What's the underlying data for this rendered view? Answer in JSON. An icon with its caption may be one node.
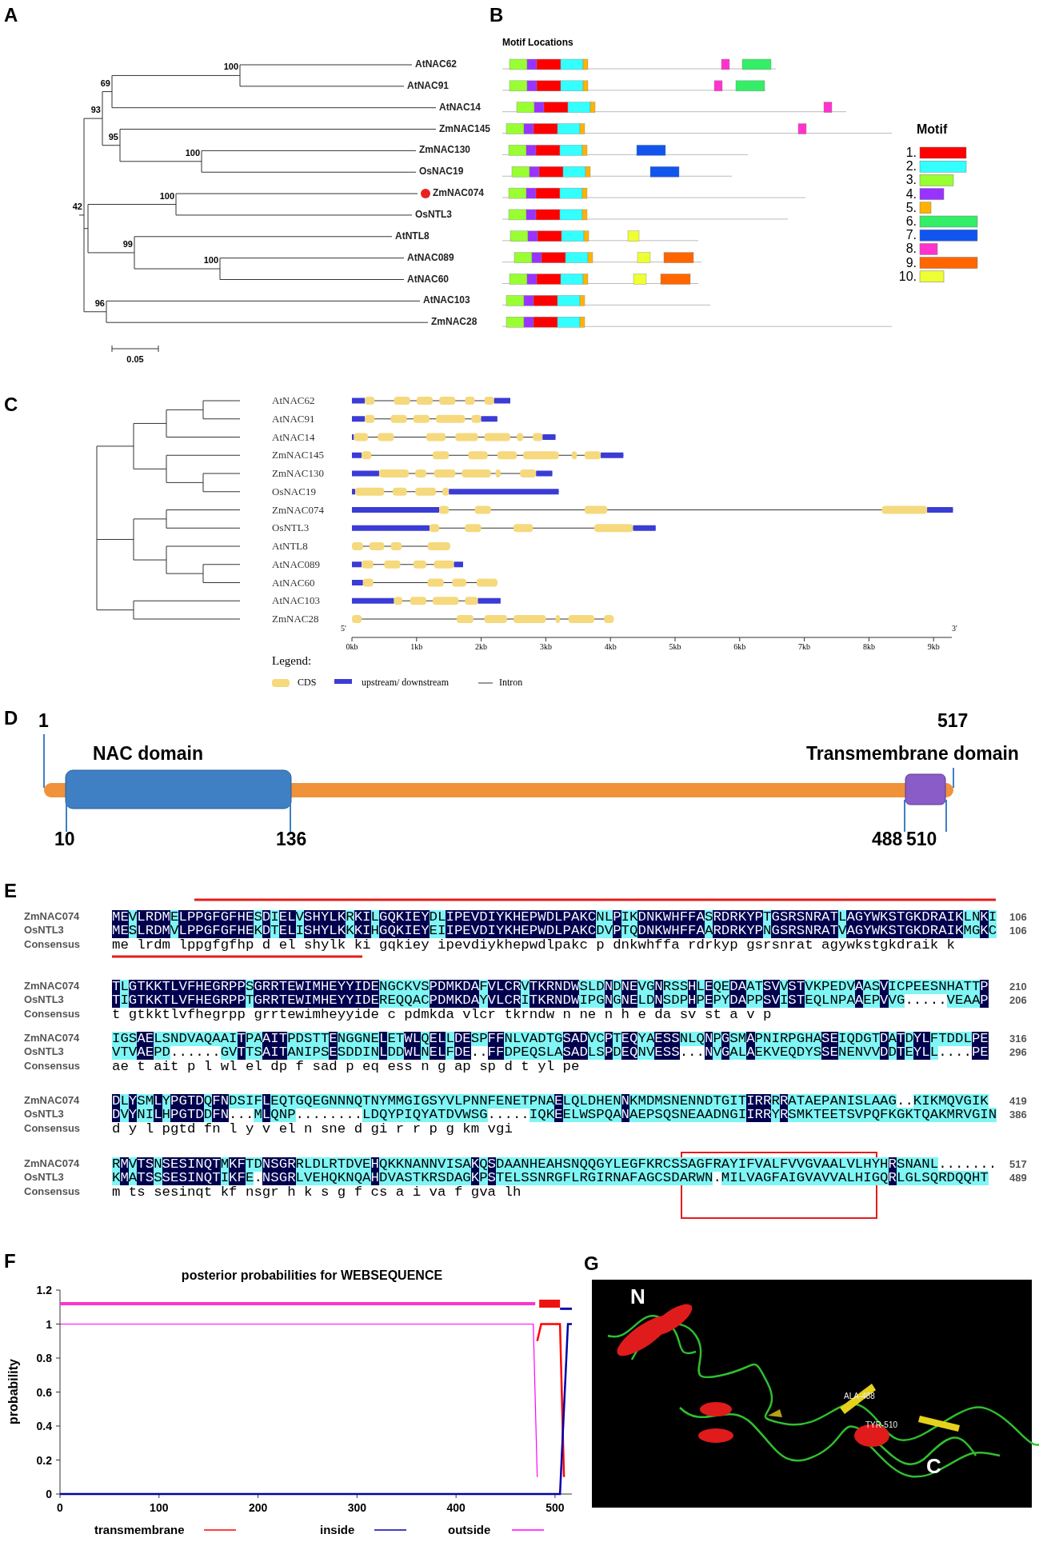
{
  "diagram": {
    "labels": [
      "A",
      "B",
      "Motif Locations",
      "100",
      "AtNAC62",
      "69",
      "AtNAC91",
      "93",
      "AtNAC14",
      "ZmNAC145",
      "95",
      "100",
      "ZmNAC130",
      "OsNAC19",
      "100",
      "ZmNAC074",
      "OsNTL3",
      "42",
      "AtNTL8",
      "99",
      "100",
      "AtNAC089",
      "AtNAC60",
      "96",
      "AtNAC103",
      "ZmNAC28",
      "Motif",
      "0.05",
      "C",
      "AtNAC62",
      "AtNAC91",
      "AtNAC14",
      "ZmNAC145",
      "ZmNAC130",
      "OsNAC19",
      "ZmNAC074",
      "OsNTL3",
      "AtNTL8",
      "AtNAC089",
      "AtNAC60",
      "AtNAC103",
      "ZmNAC28",
      "5'",
      "3'",
      "0kb",
      "1kb",
      "2kb",
      "3kb",
      "4kb",
      "5kb",
      "6kb",
      "7kb",
      "8kb",
      "9kb",
      "Legend:",
      "D",
      "1",
      "517",
      "NAC domain",
      "Transmembrane domain",
      "10",
      "136",
      "488",
      "510",
      "E",
      "ZmNAC074",
      "MEVLRDMELPPGFGFHESDIELVSHYLKRKILGQKIEYDLIPEVDIYKHEPWDLPAKCNLPIKDNKWHFFASRDRKYPTGSRSNRATLAGYWKSTGKDRAIKLNKI",
      "106",
      "OsNTL3",
      "MESLRDMVLPPGFGFHEKDTELISHYLKKKIHGQKIEYEIIPEVDIYKHEPWDLPAKCDVPTQDNKWHFFAARDRKYPNGSRSNRATVAGYWKSTGKDRAIKMGKC",
      "106",
      "Consensus",
      "me lrdm lppgfgfhp d el shylk ki gqkiey ipevdiykhepwdlpakc p dnkwhffa rdrkyp gsrsnrat agywkstgkdraik k",
      "ZmNAC074",
      "TLGTKKTLVFHEGRPPSGRRTEWIMHEYYIDENGCKVSPDMKDAFVLCRVTKRNDWSLDNDNEVGNRSSHLEQEDAATSVVSTVKPEDVAASVICPEESNHATTP",
      "210",
      "OsNTL3",
      "TIGTKKTLVFHEGRPPTGRRTEWIMHEYYIDEREQQACPDMKDAYVLCRITKRNDWIPGNGNELDNSDPHPEPYDAPPSVISTEQLNPAAEPVVG.....VEAAP",
      "206",
      "Consensus",
      "t gtkktlvfhegrpp grrtewimheyyide c pdmkda vlcr tkrndw n ne n h e da sv st a v p",
      "ZmNAC074",
      "IGSAELSNDVAQAAITPAAITPDSTTENGGNELETWLQELLDESPFFNLVADTGSADVCPTEQYAESSNLQNPGSMAPNIRPGHASEIQDGTDATDYLFTDDLPE",
      "316",
      "OsNTL3",
      "VTVAEPD......GVTTSAITANIPSESDDINLDDWLNELFDE..FFDPEQSLASADLSPDEQNVESS...NVGALAEKVEQDYSSENENVVDDTEYLL....PE",
      "296",
      "Consensus",
      "ae t ait p l wl el dp f sad p eq ess n g ap sp d t yl pe",
      "ZmNAC074",
      "DLYSMLYPGTDQFNDSIFLEQTGQEGNNNQTNYMMGIGSYVLPNNFENETPNAELQLDHENNKMDMSNENNDTGITIRRRRATAEPANISLAAG..KIKMQVGIK",
      "419",
      "OsNTL3",
      "DVYNILHPGTDDFN...MLQNP........LDQYPIQYATDVWSG.....IQKEELWSPQANAEPSQSNEAADNGIIRRYRSMKTEETSVPQFKGKTQAKMRVGIN",
      "386",
      "Consensus",
      "d y l pgtd fn l y v el n sne d gi r r p g km vgi",
      "ZmNAC074",
      "RMVTSNSESINQTMKFTDNSGRRLDLRTDVEHQKKNANNVISAKQSDAANHEAHSNQQGYLEGFKRCSSAGFRAYIFVALFVVGVAALVLHYHRSNANL.......",
      "517",
      "OsNTL3",
      "KMATSSSESINQTIKFE.NSGRLVEHQKNQAHDVASTKRSDAGKPSTELSSNRGFLRGIRNAFAGCSDARWN.MILVAGFAIGVAVVALHIGQRLGLSQRDQQHT",
      "489",
      "Consensus",
      "m ts sesinqt kf nsgr h k s g f cs a i va f gva lh",
      "F",
      "G",
      "N",
      "ALA-488",
      "TYR-510",
      "C"
    ],
    "legend": [
      {
        "text": "1.",
        "color": "#ff0000"
      },
      {
        "text": "2.",
        "color": "#33ffff"
      },
      {
        "text": "3.",
        "color": "#99ff33"
      },
      {
        "text": "4.",
        "color": "#9933ff"
      },
      {
        "text": "5.",
        "color": "#ffb300"
      },
      {
        "text": "6.",
        "color": "#33ee66"
      },
      {
        "text": "7.",
        "color": "#1155ee"
      },
      {
        "text": "8.",
        "color": "#ff33cc"
      },
      {
        "text": "9.",
        "color": "#ff6600"
      },
      {
        "text": "10.",
        "color": "#eeff33"
      },
      {
        "text": "CDS",
        "color": "#f5d97c"
      },
      {
        "text": "upstream/ downstream",
        "color": "#3b3bd6"
      },
      {
        "text": "Intron"
      }
    ],
    "chart_data": {
      "type": "line",
      "title": "posterior probabilities for WEBSEQUENCE",
      "ylabel": "probability",
      "x": [
        0,
        478,
        482,
        486,
        505,
        509,
        513,
        517
      ],
      "series": [
        {
          "name": "transmembrane",
          "color": "#ff0000",
          "values": [
            null,
            null,
            0.9,
            1,
            1,
            0.1,
            null,
            null
          ]
        },
        {
          "name": "inside",
          "color": "#0000aa",
          "values": [
            0,
            0,
            0,
            0,
            0,
            0.5,
            1,
            1
          ]
        },
        {
          "name": "outside",
          "color": "#ff00ff",
          "values": [
            1,
            1,
            0.1,
            null,
            null,
            null,
            null,
            null
          ]
        }
      ],
      "legend": "bottom",
      "xlim": [
        0,
        517
      ],
      "ylim": [
        0,
        1.2
      ],
      "xticks": [
        0,
        100,
        200,
        300,
        400,
        500
      ],
      "yticks": [
        0,
        0.2,
        0.4,
        0.6,
        0.8,
        1,
        1.2
      ]
    }
  }
}
